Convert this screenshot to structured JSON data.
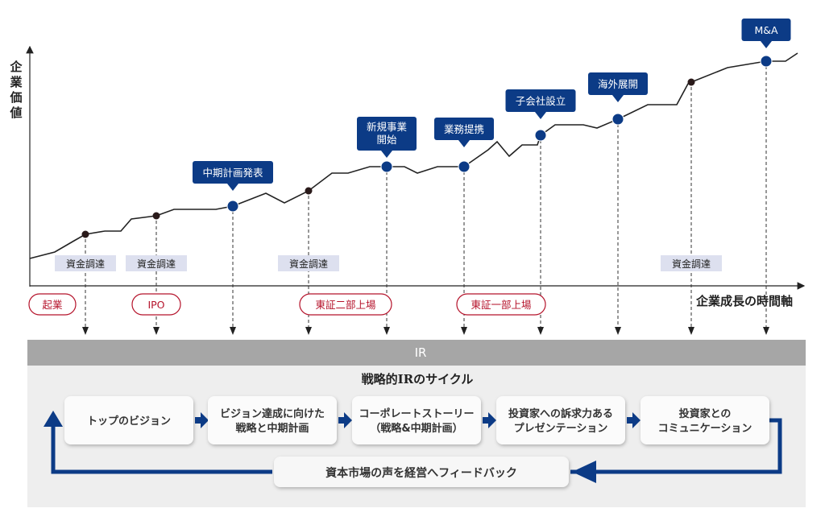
{
  "y_axis_label": "企業価値",
  "x_axis_label": "企業成長の時間軸",
  "funding_tag": "資金調達",
  "events": [
    {
      "id": "funding-1",
      "kind": "black-dot",
      "labels": [
        "資金調達"
      ]
    },
    {
      "id": "funding-2",
      "kind": "black-dot",
      "labels": [
        "資金調達"
      ]
    },
    {
      "id": "midterm-plan",
      "kind": "blue-dot",
      "labels": [
        "中期計画発表"
      ]
    },
    {
      "id": "funding-3",
      "kind": "black-dot",
      "labels": [
        "資金調達"
      ]
    },
    {
      "id": "new-business",
      "kind": "blue-dot",
      "labels": [
        "新規事業",
        "開始"
      ]
    },
    {
      "id": "business-alliance",
      "kind": "blue-dot",
      "labels": [
        "業務提携"
      ]
    },
    {
      "id": "subsidiary",
      "kind": "blue-dot",
      "labels": [
        "子会社設立"
      ]
    },
    {
      "id": "overseas",
      "kind": "blue-dot",
      "labels": [
        "海外展開"
      ]
    },
    {
      "id": "funding-4",
      "kind": "black-dot",
      "labels": [
        "資金調達"
      ]
    },
    {
      "id": "ma",
      "kind": "blue-dot",
      "labels": [
        "M&A"
      ]
    }
  ],
  "milestones": [
    "起業",
    "IPO",
    "東証二部上場",
    "東証一部上場"
  ],
  "ir_bar_label": "IR",
  "cycle_title": "戦略的IRのサイクル",
  "cycle_steps": [
    [
      "トップのビジョン"
    ],
    [
      "ビジョン達成に向けた",
      "戦略と中期計画"
    ],
    [
      "コーポレートストーリー",
      "（戦略&中期計画）"
    ],
    [
      "投資家への訴求力ある",
      "プレゼンテーション"
    ],
    [
      "投資家との",
      "コミュニケーション"
    ]
  ],
  "feedback_label": "資本市場の声を経営へフィードバック",
  "colors": {
    "navy": "#0c3b86",
    "red": "#b5132b",
    "gray_bar": "#a6a6a6",
    "panel": "#eeeeee",
    "tag": "#dde0ef"
  }
}
